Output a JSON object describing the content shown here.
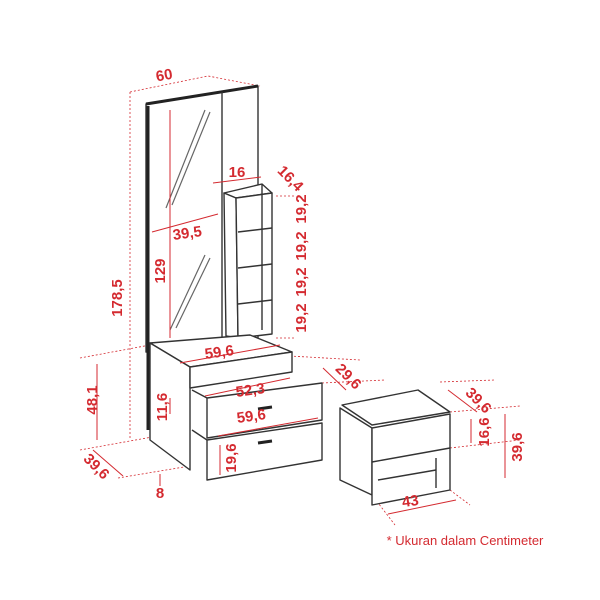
{
  "dimensions": {
    "cabinet_width": "60",
    "shelf_width": "16",
    "shelf_depth": "16,4",
    "shelf_height_1": "19,2",
    "shelf_height_2": "19,2",
    "shelf_height_3": "19,2",
    "shelf_height_4": "19,2",
    "mirror_width": "39,5",
    "mirror_height": "129",
    "total_height": "178,5",
    "desk_top_width": "59,6",
    "drawer_inner_width": "52,3",
    "drawer_front_width": "59,6",
    "desk_depth": "29,6",
    "desk_height": "48,1",
    "drawer_gap_height": "11,6",
    "drawer_height": "19,6",
    "base_depth": "39,6",
    "foot_height": "8",
    "stool_depth": "39,6",
    "stool_drawer_height": "16,6",
    "stool_height": "39,6",
    "stool_width": "43"
  },
  "note": "* Ukuran dalam Centimeter",
  "colors": {
    "dimension": "#d42a30",
    "outline": "#333333"
  }
}
